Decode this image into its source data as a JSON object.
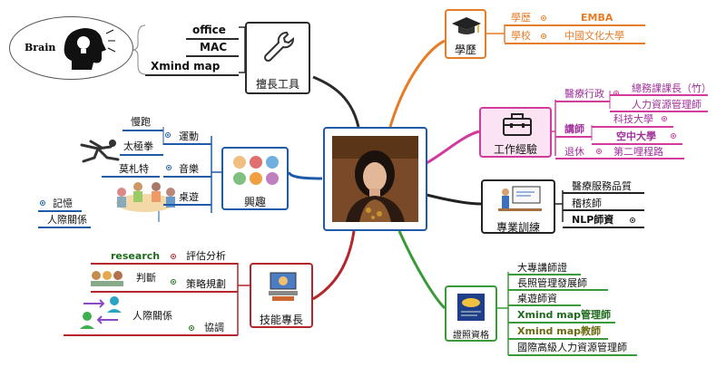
{
  "center": {
    "image": "profile-photo"
  },
  "colors": {
    "tools": "#2b2b2b",
    "interest": "#1d5aa8",
    "skills": "#b3262b",
    "edu": "#e57d28",
    "work": "#d23a9c",
    "training": "#222222",
    "cert": "#3a9a3a",
    "green_text": "#1e6b1e",
    "olive_text": "#6b6b10",
    "purple_text": "#a0309a"
  },
  "tools": {
    "title": "擅長工具",
    "items": [
      "office",
      "MAC",
      "Xmind map"
    ],
    "brain_label": "Brain"
  },
  "interest": {
    "title": "興趣",
    "sport": "運動",
    "sport_items": [
      "慢跑",
      "太極拳"
    ],
    "music": "音樂",
    "music_items": [
      "莫札特"
    ],
    "board": "桌遊",
    "board_items": [
      "記憶",
      "人際關係"
    ]
  },
  "skills": {
    "title": "技能專長",
    "items": [
      "評估分析",
      "策略規劃",
      "協調"
    ],
    "research": "research",
    "judge": "判斷",
    "people": "人際關係"
  },
  "edu": {
    "title": "學歷",
    "rows": [
      {
        "label": "學歷",
        "value": "EMBA"
      },
      {
        "label": "學校",
        "value": "中國文化大學"
      }
    ]
  },
  "work": {
    "title": "工作經驗",
    "admin": "醫療行政",
    "admin_items": [
      "總務課課長（竹）",
      "人力資源管理師"
    ],
    "lecturer": "講師",
    "lecturer_items": [
      "科技大學",
      "空中大學"
    ],
    "retire": "退休",
    "retire_items": [
      "第二哩程路"
    ]
  },
  "training": {
    "title": "專業訓練",
    "items": [
      "醫療服務品質",
      "稽核師",
      "NLP師資"
    ]
  },
  "cert": {
    "title": "證照資格",
    "items": [
      "大專講師證",
      "長照管理發展師",
      "桌遊師資",
      "Xmind map管理師",
      "Xmind map教師",
      "國際高級人力資源管理師"
    ]
  }
}
